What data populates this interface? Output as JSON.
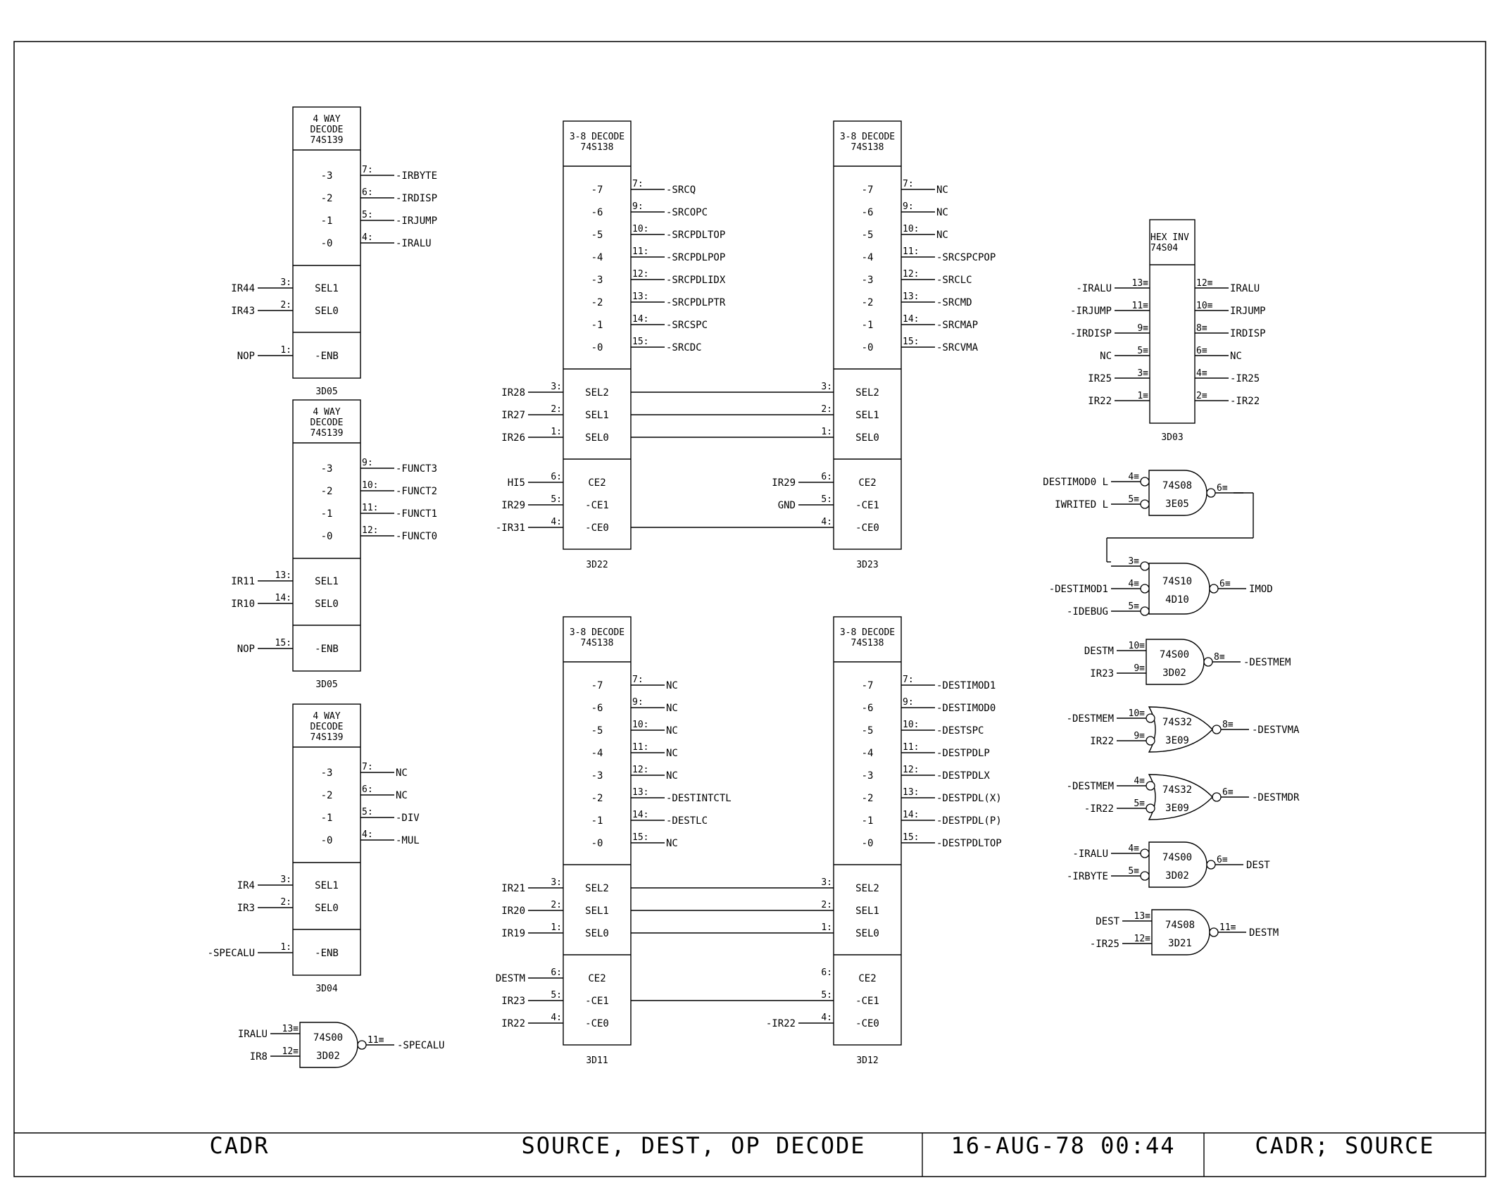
{
  "title_block": {
    "project": "CADR",
    "title": "SOURCE, DEST, OP DECODE",
    "date": "16-AUG-78 00:44",
    "file": "CADR; SOURCE"
  },
  "decoders_4way": [
    {
      "header": [
        "4 WAY",
        "DECODE",
        "74S139"
      ],
      "outputs": [
        "-3",
        "-2",
        "-1",
        "-0"
      ],
      "pins_out": [
        "7:",
        "6:",
        "5:",
        "4:"
      ],
      "nets_out": [
        "-IRBYTE",
        "-IRDISP",
        "-IRJUMP",
        "-IRALU"
      ],
      "sel": [
        "SEL1",
        "SEL0"
      ],
      "pins_sel": [
        "3:",
        "2:"
      ],
      "nets_sel": [
        "IR44",
        "IR43"
      ],
      "enb": "-ENB",
      "pin_enb": "1:",
      "net_enb": "NOP",
      "ref": "3D05"
    },
    {
      "header": [
        "4 WAY",
        "DECODE",
        "74S139"
      ],
      "outputs": [
        "-3",
        "-2",
        "-1",
        "-0"
      ],
      "pins_out": [
        "9:",
        "10:",
        "11:",
        "12:"
      ],
      "nets_out": [
        "-FUNCT3",
        "-FUNCT2",
        "-FUNCT1",
        "-FUNCT0"
      ],
      "sel": [
        "SEL1",
        "SEL0"
      ],
      "pins_sel": [
        "13:",
        "14:"
      ],
      "nets_sel": [
        "IR11",
        "IR10"
      ],
      "enb": "-ENB",
      "pin_enb": "15:",
      "net_enb": "NOP",
      "ref": "3D05"
    },
    {
      "header": [
        "4 WAY",
        "DECODE",
        "74S139"
      ],
      "outputs": [
        "-3",
        "-2",
        "-1",
        "-0"
      ],
      "pins_out": [
        "7:",
        "6:",
        "5:",
        "4:"
      ],
      "nets_out": [
        "NC",
        "NC",
        "-DIV",
        "-MUL"
      ],
      "sel": [
        "SEL1",
        "SEL0"
      ],
      "pins_sel": [
        "3:",
        "2:"
      ],
      "nets_sel": [
        "IR4",
        "IR3"
      ],
      "enb": "-ENB",
      "pin_enb": "1:",
      "net_enb": "-SPECALU",
      "ref": "3D04"
    }
  ],
  "decoders_38": [
    {
      "header": [
        "3-8 DECODE",
        "74S138"
      ],
      "outputs": [
        "-7",
        "-6",
        "-5",
        "-4",
        "-3",
        "-2",
        "-1",
        "-0"
      ],
      "pins_out": [
        "7:",
        "9:",
        "10:",
        "11:",
        "12:",
        "13:",
        "14:",
        "15:"
      ],
      "nets_out": [
        "-SRCQ",
        "-SRCOPC",
        "-SRCPDLTOP",
        "-SRCPDLPOP",
        "-SRCPDLIDX",
        "-SRCPDLPTR",
        "-SRCSPC",
        "-SRCDC"
      ],
      "sel": [
        "SEL2",
        "SEL1",
        "SEL0"
      ],
      "pins_sel": [
        "3:",
        "2:",
        "1:"
      ],
      "nets_sel": [
        "IR28",
        "IR27",
        "IR26"
      ],
      "ce": [
        "CE2",
        "-CE1",
        "-CE0"
      ],
      "pins_ce": [
        "6:",
        "5:",
        "4:"
      ],
      "nets_ce": [
        "HI5",
        "IR29",
        "-IR31"
      ],
      "ref": "3D22"
    },
    {
      "header": [
        "3-8 DECODE",
        "74S138"
      ],
      "outputs": [
        "-7",
        "-6",
        "-5",
        "-4",
        "-3",
        "-2",
        "-1",
        "-0"
      ],
      "pins_out": [
        "7:",
        "9:",
        "10:",
        "11:",
        "12:",
        "13:",
        "14:",
        "15:"
      ],
      "nets_out": [
        "NC",
        "NC",
        "NC",
        "-SRCSPCPOP",
        "-SRCLC",
        "-SRCMD",
        "-SRCMAP",
        "-SRCVMA"
      ],
      "sel": [
        "SEL2",
        "SEL1",
        "SEL0"
      ],
      "pins_sel": [
        "3:",
        "2:",
        "1:"
      ],
      "nets_sel": [
        "",
        "",
        ""
      ],
      "ce": [
        "CE2",
        "-CE1",
        "-CE0"
      ],
      "pins_ce": [
        "6:",
        "5:",
        "4:"
      ],
      "nets_ce": [
        "IR29",
        "GND",
        ""
      ],
      "ref": "3D23"
    },
    {
      "header": [
        "3-8 DECODE",
        "74S138"
      ],
      "outputs": [
        "-7",
        "-6",
        "-5",
        "-4",
        "-3",
        "-2",
        "-1",
        "-0"
      ],
      "pins_out": [
        "7:",
        "9:",
        "10:",
        "11:",
        "12:",
        "13:",
        "14:",
        "15:"
      ],
      "nets_out": [
        "NC",
        "NC",
        "NC",
        "NC",
        "NC",
        "-DESTINTCTL",
        "-DESTLC",
        "NC"
      ],
      "sel": [
        "SEL2",
        "SEL1",
        "SEL0"
      ],
      "pins_sel": [
        "3:",
        "2:",
        "1:"
      ],
      "nets_sel": [
        "IR21",
        "IR20",
        "IR19"
      ],
      "ce": [
        "CE2",
        "-CE1",
        "-CE0"
      ],
      "pins_ce": [
        "6:",
        "5:",
        "4:"
      ],
      "nets_ce": [
        "DESTM",
        "IR23",
        "IR22"
      ],
      "ref": "3D11"
    },
    {
      "header": [
        "3-8 DECODE",
        "74S138"
      ],
      "outputs": [
        "-7",
        "-6",
        "-5",
        "-4",
        "-3",
        "-2",
        "-1",
        "-0"
      ],
      "pins_out": [
        "7:",
        "9:",
        "10:",
        "11:",
        "12:",
        "13:",
        "14:",
        "15:"
      ],
      "nets_out": [
        "-DESTIMOD1",
        "-DESTIMOD0",
        "-DESTSPC",
        "-DESTPDLP",
        "-DESTPDLX",
        "-DESTPDL(X)",
        "-DESTPDL(P)",
        "-DESTPDLTOP"
      ],
      "sel": [
        "SEL2",
        "SEL1",
        "SEL0"
      ],
      "pins_sel": [
        "3:",
        "2:",
        "1:"
      ],
      "nets_sel": [
        "",
        "",
        ""
      ],
      "ce": [
        "CE2",
        "-CE1",
        "-CE0"
      ],
      "pins_ce": [
        "6:",
        "5:",
        "4:"
      ],
      "nets_ce": [
        "",
        "",
        "-IR22"
      ],
      "ref": "3D12"
    }
  ],
  "hex_inv": {
    "header": [
      "HEX INV",
      "74S04"
    ],
    "inputs": [
      "-IRALU",
      "-IRJUMP",
      "-IRDISP",
      "NC",
      "IR25",
      "IR22"
    ],
    "pins_in": [
      "13≡",
      "11≡",
      "9≡",
      "5≡",
      "3≡",
      "1≡"
    ],
    "pins_out": [
      "12≡",
      "10≡",
      "8≡",
      "6≡",
      "4≡",
      "2≡"
    ],
    "outputs": [
      "IRALU",
      "IRJUMP",
      "IRDISP",
      "NC",
      "-IR25",
      "-IR22"
    ],
    "ref": "3D03"
  },
  "gates": [
    {
      "type": "nand",
      "part": "74S08",
      "ref": "3E05",
      "inputs": [
        "DESTIMOD0 L",
        "IWRITED L"
      ],
      "pins_in": [
        "4≡",
        "5≡"
      ],
      "pin_out": "6≡",
      "output": ""
    },
    {
      "type": "nand",
      "part": "74S10",
      "ref": "4D10",
      "inputs": [
        "",
        "-DESTIMOD1",
        "-IDEBUG"
      ],
      "pins_in": [
        "3≡",
        "4≡",
        "5≡"
      ],
      "pin_out": "6≡",
      "output": "IMOD"
    },
    {
      "type": "and",
      "part": "74S00",
      "ref": "3D02",
      "inputs": [
        "DESTM",
        "IR23"
      ],
      "pins_in": [
        "10≡",
        "9≡"
      ],
      "pin_out": "8≡",
      "output": "-DESTMEM"
    },
    {
      "type": "or",
      "part": "74S32",
      "ref": "3E09",
      "inputs": [
        "-DESTMEM",
        "IR22"
      ],
      "pins_in": [
        "10≡",
        "9≡"
      ],
      "pin_out": "8≡",
      "output": "-DESTVMA"
    },
    {
      "type": "or",
      "part": "74S32",
      "ref": "3E09",
      "inputs": [
        "-DESTMEM",
        "-IR22"
      ],
      "pins_in": [
        "4≡",
        "5≡"
      ],
      "pin_out": "6≡",
      "output": "-DESTMDR"
    },
    {
      "type": "nand",
      "part": "74S00",
      "ref": "3D02",
      "inputs": [
        "-IRALU",
        "-IRBYTE"
      ],
      "pins_in": [
        "4≡",
        "5≡"
      ],
      "pin_out": "6≡",
      "output": "DEST"
    },
    {
      "type": "and",
      "part": "74S08",
      "ref": "3D21",
      "inputs": [
        "DEST",
        "-IR25"
      ],
      "pins_in": [
        "13≡",
        "12≡"
      ],
      "pin_out": "11≡",
      "output": "DESTM"
    },
    {
      "type": "and",
      "part": "74S00",
      "ref": "3D02",
      "inputs": [
        "IRALU",
        "IR8"
      ],
      "pins_in": [
        "13≡",
        "12≡"
      ],
      "pin_out": "11≡",
      "output": "-SPECALU"
    }
  ]
}
